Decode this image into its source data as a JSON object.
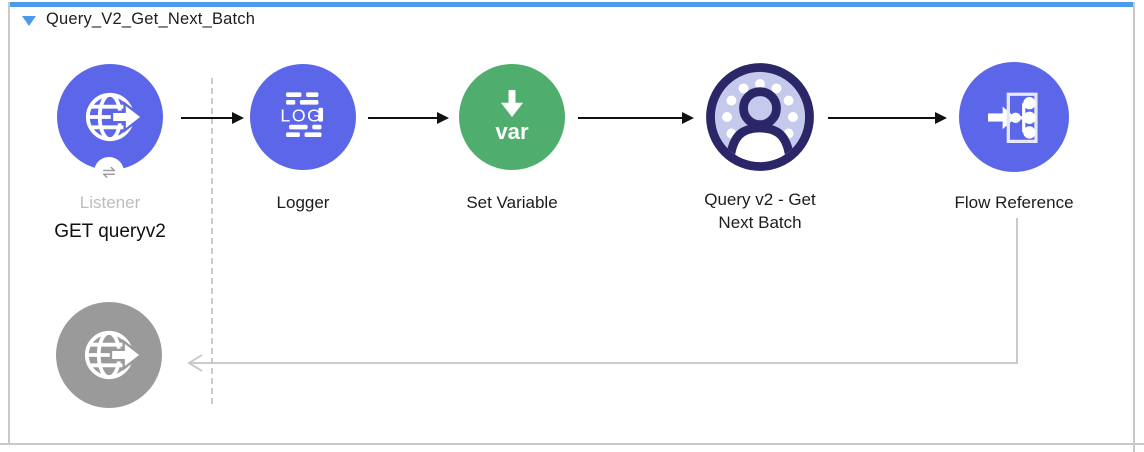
{
  "flow": {
    "title": "Query_V2_Get_Next_Batch"
  },
  "nodes": {
    "listener": {
      "label": "Listener",
      "sublabel": "GET queryv2"
    },
    "logger": {
      "label": "Logger",
      "icon_text": "LOG"
    },
    "set_variable": {
      "label": "Set Variable",
      "icon_text": "var"
    },
    "query_v2": {
      "label": "Query v2 - Get Next Batch"
    },
    "flow_reference": {
      "label": "Flow Reference"
    }
  },
  "colors": {
    "node_blue": "#5C66E8",
    "node_green": "#4FAE6E",
    "salesforce_fill": "#C5CAED",
    "salesforce_ring": "#2B2667",
    "inactive_gray": "#9A9A9A",
    "flow_accent_blue": "#4B9BE8",
    "connector_black": "#111111",
    "return_line_gray": "#C5C5C5",
    "border_gray": "#C9C9C9",
    "muted_label_gray": "#BDBDBD"
  }
}
